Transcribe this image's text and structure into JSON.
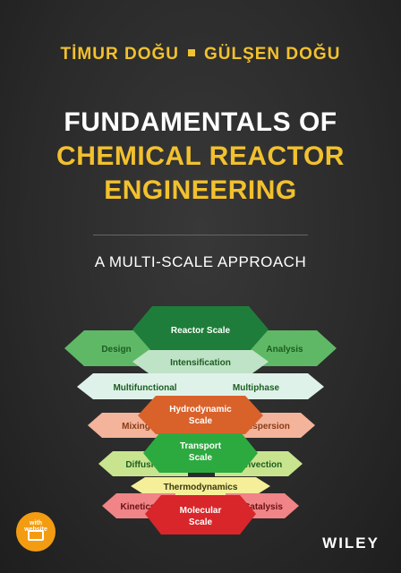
{
  "authors": [
    "TİMUR DOĞU",
    "GÜLŞEN DOĞU"
  ],
  "title": [
    "FUNDAMENTALS OF",
    "CHEMICAL REACTOR",
    "ENGINEERING"
  ],
  "subtitle": "A MULTI-SCALE APPROACH",
  "diagram": {
    "reactor_scale": "Reactor Scale",
    "design": "Design",
    "analysis": "Analysis",
    "intensification": "Intensification",
    "multifunctional": "Multifunctional",
    "multiphase": "Multiphase",
    "hydrodynamic_scale": "Hydrodynamic Scale",
    "mixing": "Mixing",
    "dispersion": "Dispersion",
    "transport_scale": "Transport Scale",
    "diffusion": "Diffusion",
    "convection": "Convection",
    "thermodynamics": "Thermodynamics",
    "molecular_scale": "Molecular Scale",
    "kinetics": "Kinetics",
    "catalysis": "Catalysis"
  },
  "colors": {
    "accent_yellow": "#f2c12e",
    "dark_green": "#1e7d3a",
    "light_green": "#5fb865",
    "pale_green": "#bfe3c6",
    "pale_cyan": "#dff2ea",
    "orange": "#d9622b",
    "salmon": "#f3b49b",
    "bright_green": "#2daa3f",
    "lime": "#c9e48f",
    "pale_yellow": "#f5ef9a",
    "red": "#d8262a",
    "pink": "#f08486"
  },
  "badge": "with website",
  "publisher": "WILEY"
}
